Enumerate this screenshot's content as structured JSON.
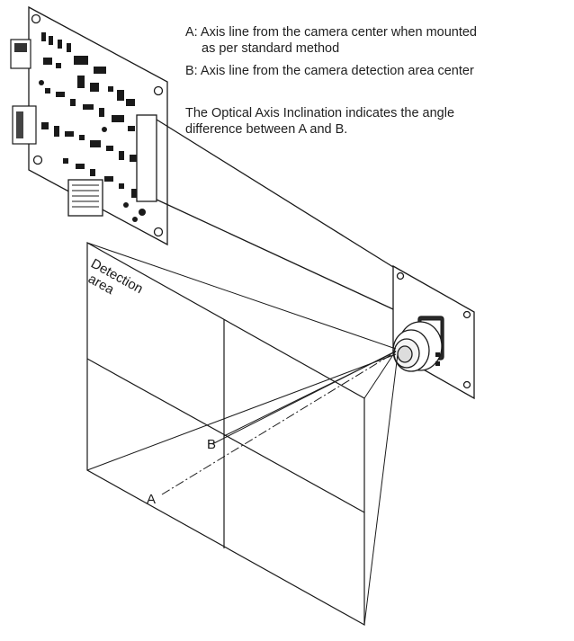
{
  "notes": {
    "axis_a_line1": "A: Axis line from the camera center when mounted",
    "axis_a_line2": "as per standard method",
    "axis_b": "B: Axis line from the camera detection area center",
    "inclination_line1": "The Optical Axis Inclination indicates the angle",
    "inclination_line2": "difference between A and B."
  },
  "labels": {
    "detection_line1": "Detection",
    "detection_line2": "area",
    "point_a": "A",
    "point_b": "B"
  }
}
